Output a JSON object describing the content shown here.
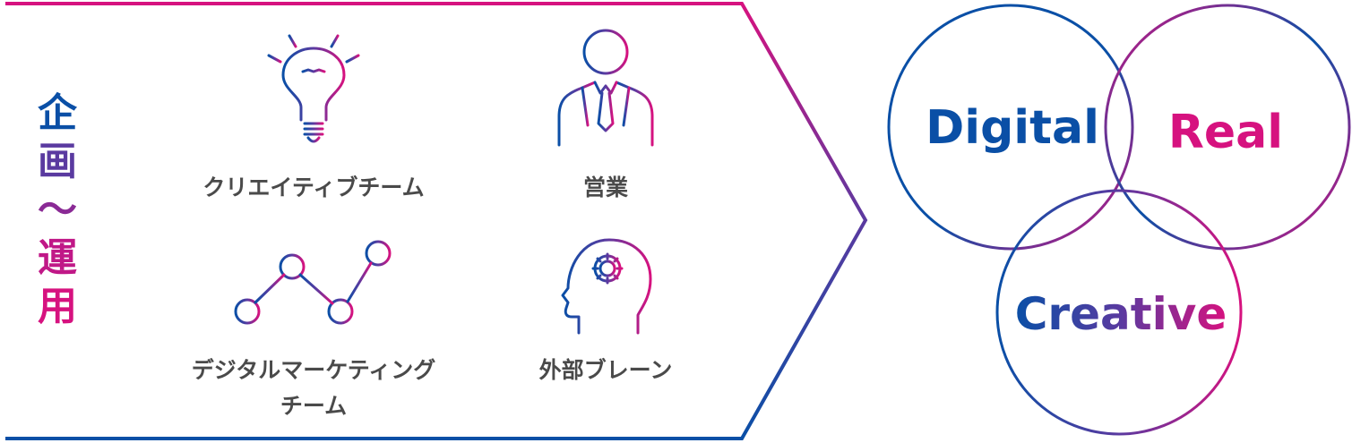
{
  "colors": {
    "blue": "#0a4fa6",
    "purple": "#5a3aa0",
    "magenta": "#d6127f",
    "label_gray": "#4a4a4a"
  },
  "vertical_title": {
    "chars": [
      "企",
      "画",
      "〜",
      "運",
      "用"
    ]
  },
  "groups": [
    {
      "icon": "lightbulb-icon",
      "label": "クリエイティブチーム"
    },
    {
      "icon": "businessman-icon",
      "label": "営業"
    },
    {
      "icon": "network-graph-icon",
      "label_line1": "デジタルマーケティング",
      "label_line2": "チーム"
    },
    {
      "icon": "head-gear-icon",
      "label": "外部ブレーン"
    }
  ],
  "venn": {
    "digital": "Digital",
    "real": "Real",
    "creative": "Creative"
  }
}
